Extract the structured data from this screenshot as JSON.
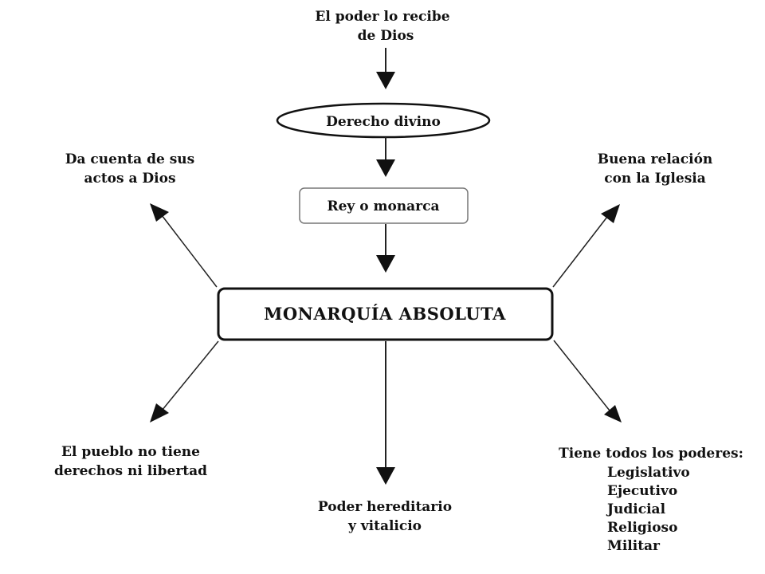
{
  "nodes": {
    "top_source": {
      "lines": [
        "El poder lo recibe",
        "de Dios"
      ]
    },
    "divine_right": {
      "label": "Derecho divino"
    },
    "king": {
      "label": "Rey o monarca"
    },
    "center": {
      "label": "MONARQUÍA ABSOLUTA"
    },
    "upper_left": {
      "lines": [
        "Da cuenta de sus",
        "actos a Dios"
      ]
    },
    "upper_right": {
      "lines": [
        "Buena relación",
        "con la Iglesia"
      ]
    },
    "lower_left": {
      "lines": [
        "El pueblo no tiene",
        "derechos ni libertad"
      ]
    },
    "bottom": {
      "lines": [
        "Poder hereditario",
        "y vitalicio"
      ]
    },
    "lower_right": {
      "heading": "Tiene todos los poderes:",
      "items": [
        "Legislativo",
        "Ejecutivo",
        "Judicial",
        "Religioso",
        "Militar"
      ]
    }
  },
  "colors": {
    "line": "#222222",
    "text": "#111111",
    "background": "#ffffff"
  }
}
